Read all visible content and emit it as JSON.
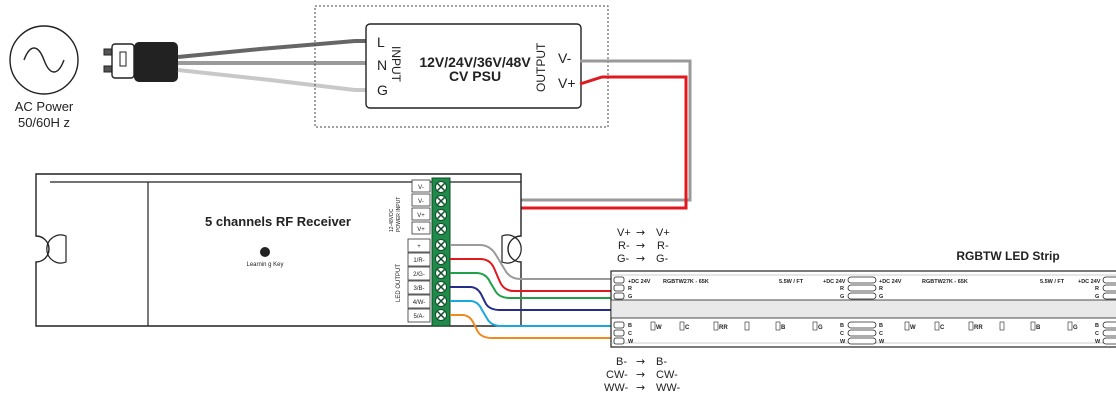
{
  "ac_power": {
    "line1": "AC Power",
    "line2": "50/60H z"
  },
  "psu": {
    "title1": "12V/24V/36V/48V",
    "title2": "CV PSU",
    "input_label": "INPUT",
    "output_label": "OUTPUT",
    "in_terminals": [
      "L",
      "N",
      "G"
    ],
    "out_terminals": [
      "V-",
      "V+"
    ]
  },
  "receiver": {
    "title": "5 channels  RF Receiver",
    "learning_key": "Learnin g Key",
    "power_input_label1": "12-48VDC",
    "power_input_label2": "POWER INPUT",
    "led_output_label": "LED OUTPUT",
    "power_terminals": [
      "V-",
      "V-",
      "V+",
      "V+"
    ],
    "output_terminals": [
      "+",
      "1/R-",
      "2/G-",
      "3/B-",
      "4/W-",
      "5/A-"
    ]
  },
  "strip": {
    "title": "RGBTW LED Strip",
    "dc": "+DC 24V",
    "model": "RGBTW27K - 65K",
    "power": "5.5W / FT",
    "pad_r": "R",
    "pad_g": "G",
    "pad_b": "B",
    "pad_c": "C",
    "pad_w": "W",
    "seg_labels": [
      "W",
      "C",
      "RR",
      "",
      "B",
      "G"
    ]
  },
  "mapping": {
    "top": [
      {
        "from": "V+",
        "to": "V+"
      },
      {
        "from": "R-",
        "to": "R-"
      },
      {
        "from": "G-",
        "to": "G-"
      }
    ],
    "bottom": [
      {
        "from": "B-",
        "to": "B-"
      },
      {
        "from": "CW-",
        "to": "CW-"
      },
      {
        "from": "WW-",
        "to": "WW-"
      }
    ],
    "arrow": "→"
  },
  "colors": {
    "red": "#e0191f",
    "green": "#1fa149",
    "blue": "#252c8a",
    "cyan": "#18a8e0",
    "orange": "#f08a1d",
    "gray": "#9a9a9a",
    "terminal_green": "#1f8a4a"
  }
}
